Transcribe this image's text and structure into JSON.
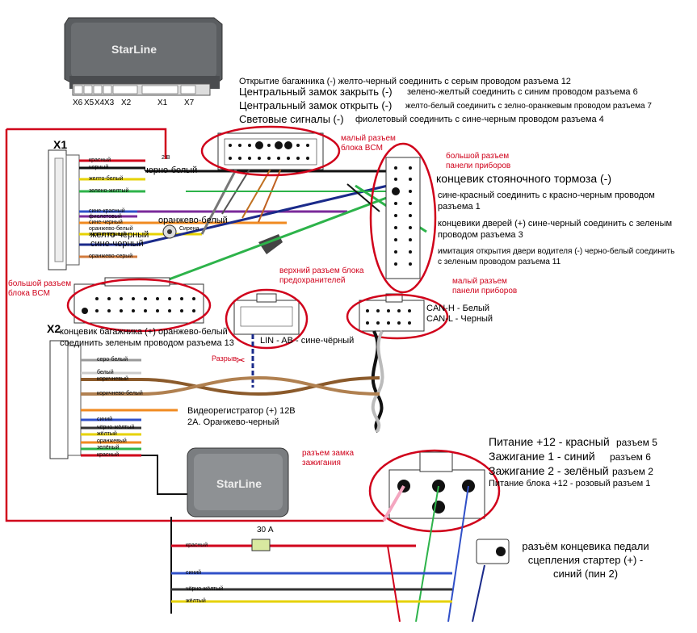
{
  "module_top": {
    "brand": "StarLine",
    "connectors": [
      "X6",
      "X5",
      "X4",
      "X3",
      "X2",
      "X1",
      "X7"
    ]
  },
  "instructions": {
    "trunk": "Открытие багажника (-) желто-черный соединить с серым проводом разъема 12",
    "lock_label": "Центральный замок закрыть (-)",
    "lock_text": "зелено-желтый соединить с синим проводом разъема 6",
    "unlock_label": "Центральный замок открыть (-)",
    "unlock_text": "желто-белый соединить с зелно-оранжевым проводом разъема 7",
    "lights_label": "Световые сигналы (-)",
    "lights_text": "фиолетовый соединить с сине-черным проводом разъема 4"
  },
  "labels": {
    "small_bcm": "малый разъем блока BCM",
    "big_panel": "большой разъем панели приборов",
    "handbrake": "концевик стояночного тормоза (-)",
    "handbrake_text": "сине-красный соединить с красно-черным проводом разъема 1",
    "doors_text": "концевики дверей (+) сине-черный соединить с зеленым проводом разъема 3",
    "driver_door_text": "имитация открытия двери водителя (-) черно-белый соединить с зеленым проводом разъема 11",
    "big_bcm": "большой разъем блока BCM",
    "fuse_box": "верхний разъем блока предохранителей",
    "small_panel": "малый разъем панели приборов",
    "can_h": "CAN-H - Белый",
    "can_l": "CAN-L - Черный",
    "lin": "LIN - AB - сине-чёрный",
    "break": "Разрыв",
    "ign_switch": "разъем замка зажигания",
    "trunk_switch": "концевик багажника (+) оранжево-белый соединить зеленым проводом разъема 13",
    "dvr": "Видеорегистратор (+) 12В 2А. Оранжево-черный",
    "power": "Питание +12 - красный",
    "power_pin": "разъем 5",
    "ign1": "Зажигание 1 - синий",
    "ign1_pin": "разъем 6",
    "ign2": "Зажигание 2 - зелёный",
    "ign2_pin": "разъем 2",
    "block_power": "Питание блока +12 - розовый разъем 1",
    "clutch": "разъём концевика педали сцепления стартер (+) - синий (пин 2)",
    "fuse": "30 А"
  },
  "x1": {
    "title": "X1",
    "wires": [
      "красный",
      "черный",
      "желто-белый",
      "зелено-желтый",
      "сине-красный",
      "фиолетовый",
      "сине-черный",
      "оранжево-белый",
      "желто-черный",
      "оранжево-серый"
    ],
    "annot_black_white": "черно-белый",
    "annot_orange_white": "оранжево-белый",
    "annot_yellow_black": "желто-черный",
    "annot_blue_black": "сине-черный",
    "fuse_small": "2 В",
    "siren": "Сирена"
  },
  "x2": {
    "title": "X2",
    "wires": [
      "серо-белый",
      "белый",
      "коричневый",
      "коричнево-белый",
      "синий",
      "чёрно-жёлтый",
      "жёлтый",
      "оранжевый",
      "зелёный",
      "красный"
    ]
  },
  "bottom_wires": [
    "красный",
    "синий",
    "чёрно-жёлтый",
    "жёлтый"
  ],
  "module_bottom": {
    "brand": "StarLine"
  },
  "colors": {
    "annotation": "#d0021b",
    "green_wire": "#2db34a",
    "brown_wire": "#8b5a2b"
  }
}
